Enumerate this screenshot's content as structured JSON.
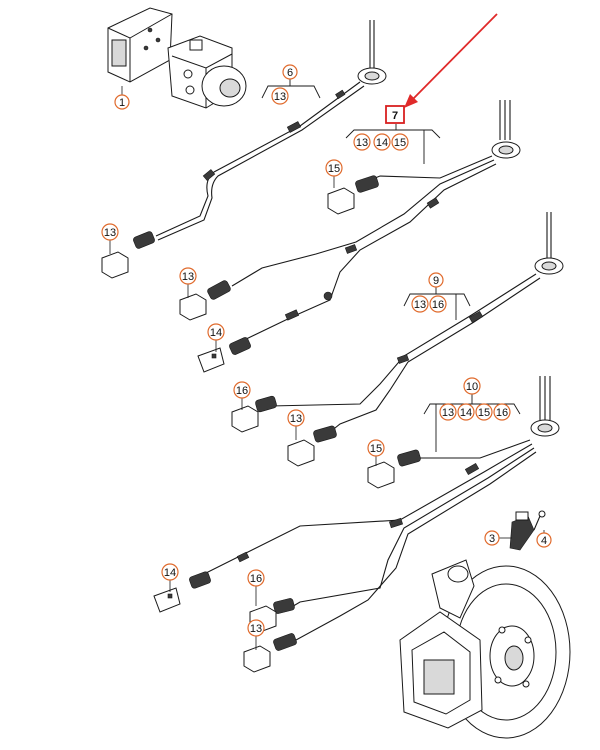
{
  "colors": {
    "callout_ring": "#e06a2c",
    "highlight_box": "#d82020",
    "arrow": "#e02a2a",
    "line": "#1a1a1a"
  },
  "callouts": {
    "c1": "1",
    "c6": "6",
    "c6_sub": "13",
    "c7": "7",
    "c7_sub_a": "13",
    "c7_sub_b": "14",
    "c7_sub_c": "15",
    "c9": "9",
    "c9_sub_a": "13",
    "c9_sub_b": "16",
    "c10": "10",
    "c10_sub_a": "13",
    "c10_sub_b": "14",
    "c10_sub_c": "15",
    "c10_sub_d": "16",
    "s13a": "13",
    "s15a": "15",
    "s13b": "13",
    "s14a": "14",
    "s16a": "16",
    "s13c": "13",
    "s15b": "15",
    "s14b": "14",
    "s16b": "16",
    "s13d": "13",
    "c3": "3",
    "c4": "4"
  }
}
